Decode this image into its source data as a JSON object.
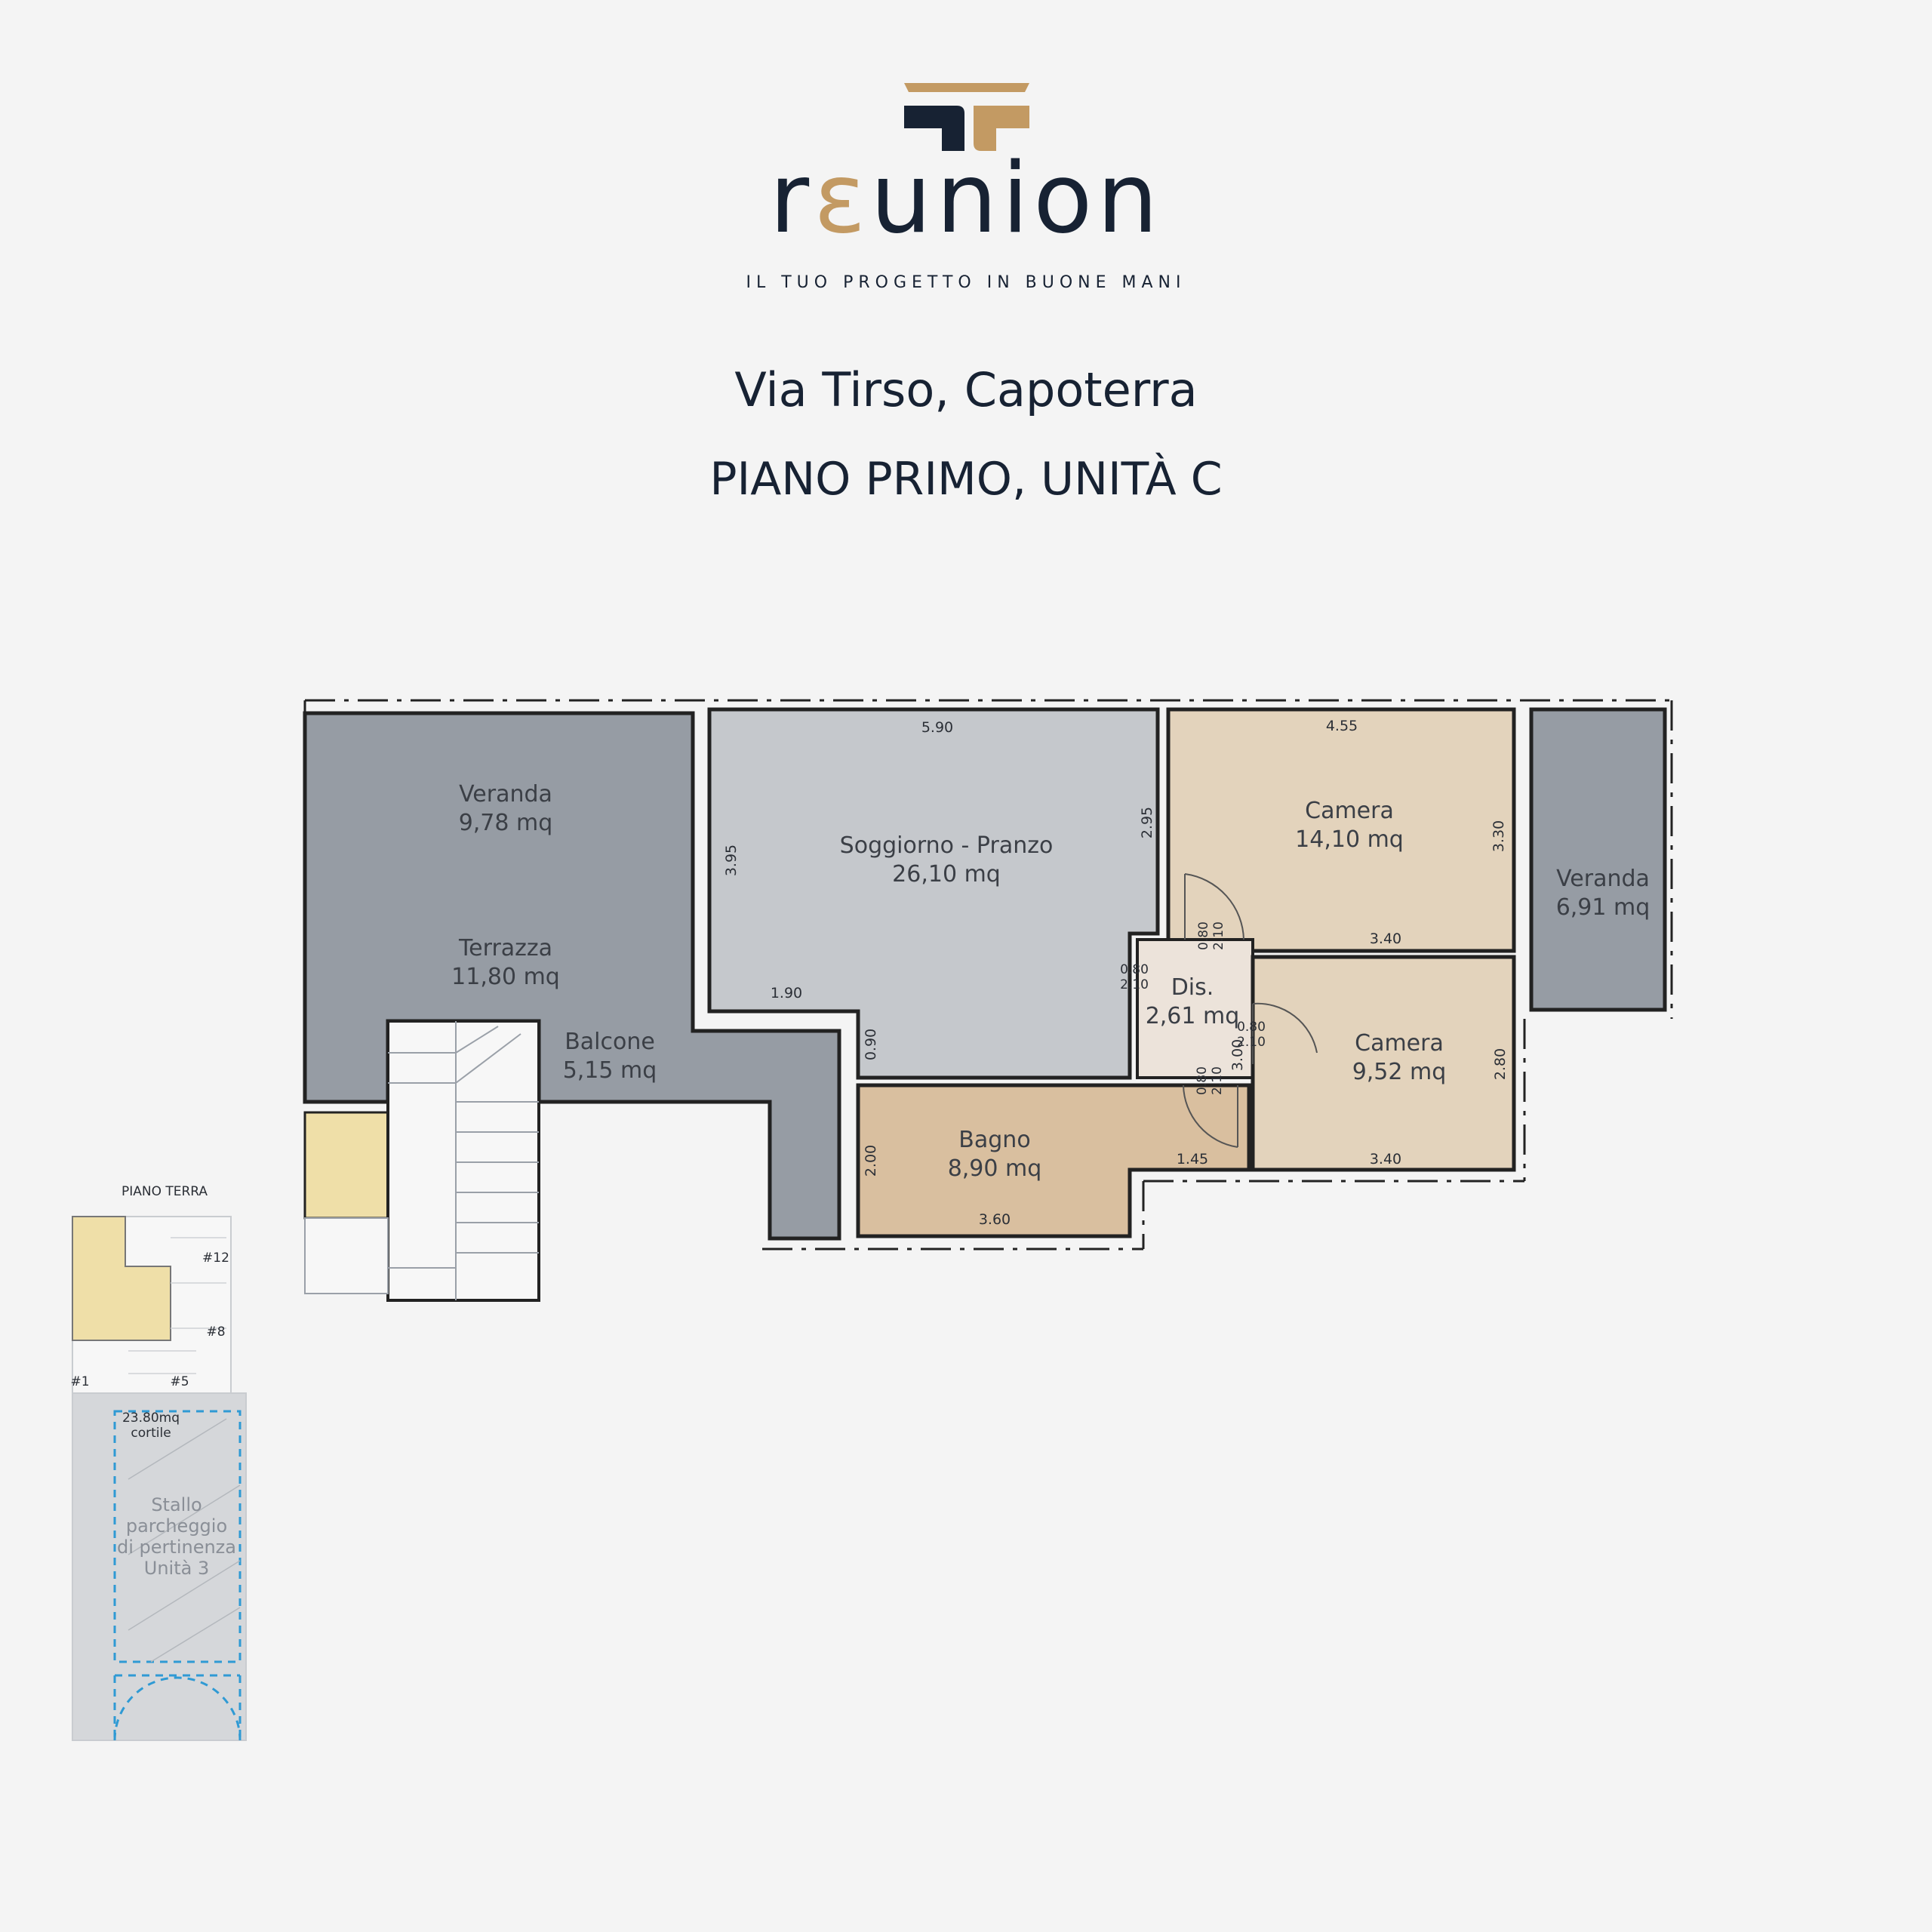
{
  "brand": {
    "name_prefix": "r",
    "name_accent": "ε",
    "name_suffix": "union",
    "tagline": "IL TUO PROGETTO IN BUONE MANI",
    "navy": "#172233",
    "gold": "#c39a63"
  },
  "address": "Via Tirso, Capoterra",
  "unit_title": "PIANO PRIMO, UNITÀ C",
  "rooms": {
    "veranda_left": {
      "name": "Veranda",
      "area": "9,78 mq"
    },
    "terrazza": {
      "name": "Terrazza",
      "area": "11,80 mq"
    },
    "balcone": {
      "name": "Balcone",
      "area": "5,15 mq"
    },
    "soggiorno": {
      "name": "Soggiorno - Pranzo",
      "area": "26,10 mq"
    },
    "camera_1": {
      "name": "Camera",
      "area": "14,10 mq"
    },
    "veranda_right": {
      "name": "Veranda",
      "area": "6,91 mq"
    },
    "dis": {
      "name": "Dis.",
      "area": "2,61 mq"
    },
    "camera_2": {
      "name": "Camera",
      "area": "9,52 mq"
    },
    "bagno": {
      "name": "Bagno",
      "area": "8,90 mq"
    }
  },
  "dimensions": {
    "soggiorno_top": "5.90",
    "soggiorno_left": "3.95",
    "soggiorno_right": "2.95",
    "soggiorno_bottom": "1.90",
    "soggiorno_step": "0.90",
    "camera1_top": "4.55",
    "camera1_right": "3.30",
    "camera1_bottom": "3.40",
    "camera2_right": "2.80",
    "camera2_bottom": "3.40",
    "dis_right": "3.00",
    "bagno_left": "2.00",
    "bagno_right": "1.45",
    "bagno_bottom": "3.60"
  },
  "openings": {
    "door_a_w": "0.80",
    "door_a_h": "2.10",
    "door_b_w": "0.80",
    "door_b_h": "2.10",
    "door_c_w": "0.80",
    "door_c_h": "2.10",
    "door_d_w": "0.80",
    "door_d_h": "2.10"
  },
  "ground_floor": {
    "title": "PIANO TERRA",
    "courtyard_area": "23.80mq",
    "courtyard_label": "cortile",
    "parking_line1": "Stallo",
    "parking_line2": "parcheggio",
    "parking_line3": "di pertinenza",
    "parking_line4": "Unità 3",
    "stair_mark_1": "#1",
    "stair_mark_5": "#5",
    "stair_mark_8": "#8",
    "stair_mark_12": "#12"
  },
  "colors": {
    "veranda": "#969ca4",
    "soggiorno": "#c5c8cc",
    "camera": "#e3d3bc",
    "bagno": "#d9bf9f",
    "dis": "#ece3da",
    "stair_landing": "#efdfa8",
    "parking": "#d5d7da",
    "parking_dash": "#2f9ad4"
  }
}
